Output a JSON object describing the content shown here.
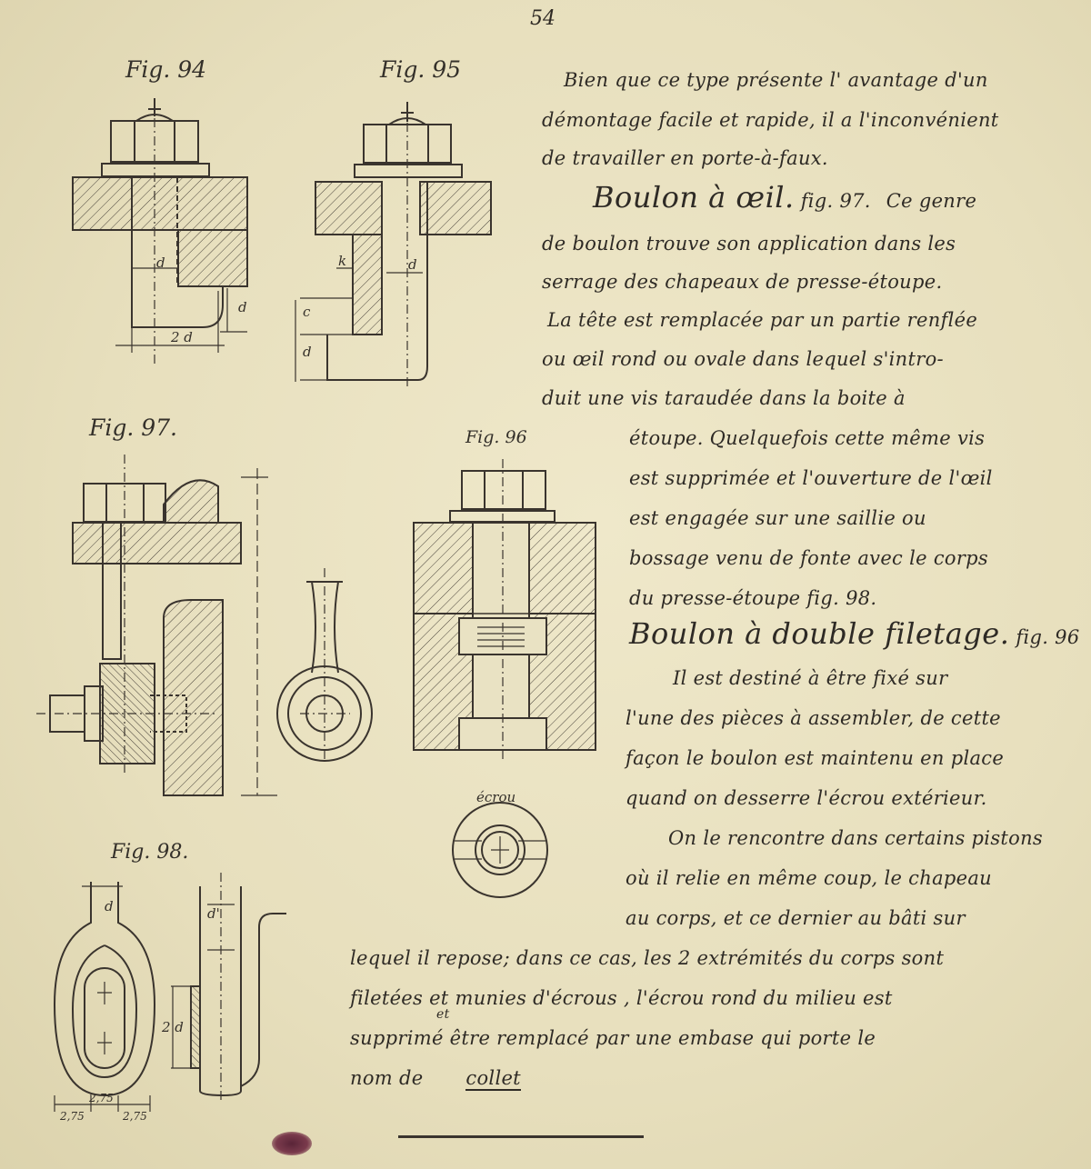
{
  "page_number": "54",
  "figures": {
    "fig94": "Fig. 94",
    "fig95": "Fig. 95",
    "fig97": "Fig. 97.",
    "fig96": "Fig. 96",
    "fig98": "Fig. 98.",
    "ecrou_label": "écrou"
  },
  "dims": {
    "d": "d",
    "two_d": "2 d",
    "k": "k",
    "c": "c",
    "dim_275": "2,75",
    "dim_d_prime": "d'"
  },
  "text": {
    "l1": "Bien que ce type présente l' avantage d'un",
    "l2": "démontage facile et rapide, il a l'inconvénient",
    "l3": "de travailler en porte-à-faux.",
    "h1": "Boulon à œil.",
    "h1_ref": "fig. 97.",
    "l4_tail": "Ce genre",
    "l5": "de boulon trouve son application dans les",
    "l6": "serrage des chapeaux de presse-étoupe.",
    "l7": "La tête est remplacée par un partie renflée",
    "l8": "ou œil rond ou ovale dans lequel s'intro-",
    "l9": "duit une vis taraudée dans la boite à",
    "l10": "étoupe. Quelquefois cette même vis",
    "l11": "est supprimée et l'ouverture de l'œil",
    "l12": "est engagée sur une saillie ou",
    "l13": "bossage venu de fonte avec le corps",
    "l14": "du presse-étoupe fig. 98.",
    "h2": "Boulon à double filetage.",
    "h2_ref": "fig. 96",
    "l15": "Il est destiné à être fixé sur",
    "l16": "l'une des pièces à assembler, de cette",
    "l17": "façon le boulon est maintenu en place",
    "l18": "quand on desserre l'écrou extérieur.",
    "l19": "On le rencontre dans certains pistons",
    "l20": "où il relie en même coup, le chapeau",
    "l21": "au corps, et ce dernier au bâti sur",
    "l22": "lequel il repose; dans ce cas, les 2 extrémités du corps sont",
    "l23": "filetées et munies d'écrous , l'écrou rond du milieu est",
    "l24_ins": "et",
    "l24": "supprimé être remplacé par une embase qui porte le",
    "l25_a": "nom de",
    "l25_b": "collet"
  }
}
